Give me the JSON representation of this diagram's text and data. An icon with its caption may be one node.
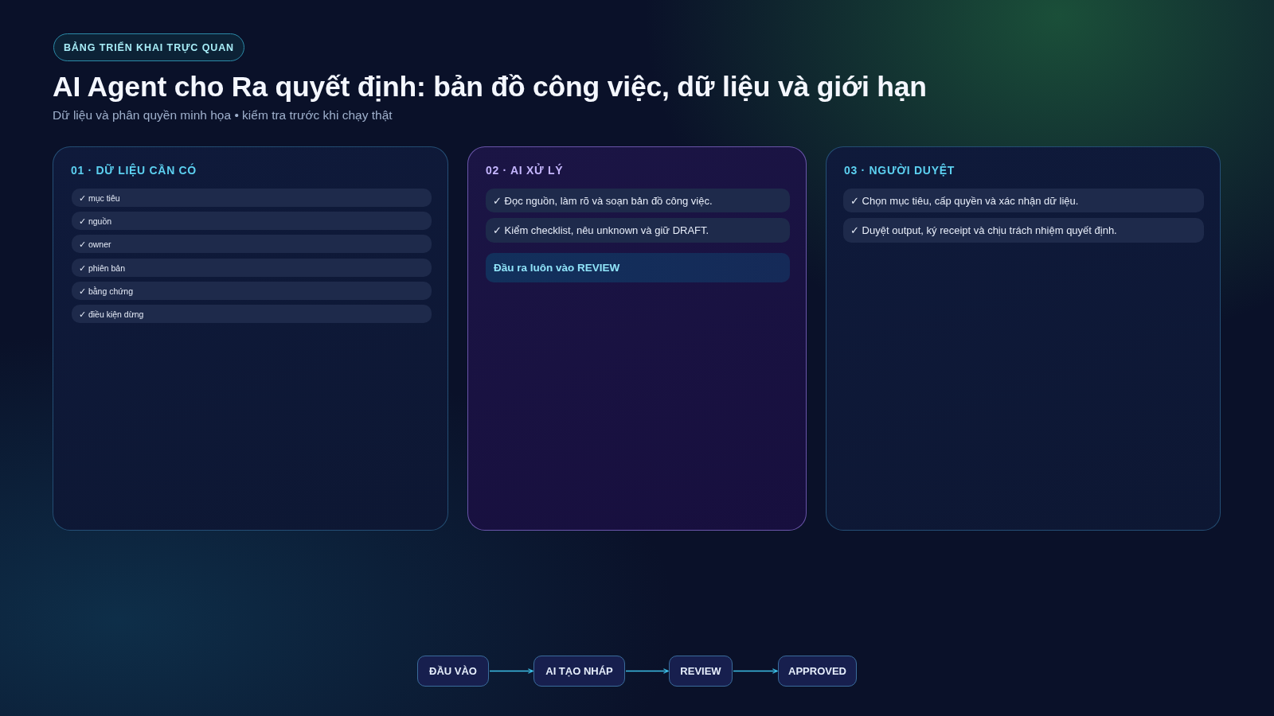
{
  "diagram": {
    "title": "AI Agent cho Ra quyết định: bản đồ công việc, dữ liệu và giới hạn",
    "nodes": [
      {
        "text": [
          "BẢNG TRIỂN KHAI TRỰC QUAN"
        ]
      },
      {
        "text": [
          "01 · DỮ LIỆU CẦN CÓ"
        ]
      },
      {
        "text": [
          "✓ mục tiêu"
        ],
        "in": 1
      },
      {
        "text": [
          "✓ nguồn"
        ],
        "in": 1
      },
      {
        "text": [
          "✓ owner"
        ],
        "in": 1
      },
      {
        "text": [
          "✓ phiên bản"
        ],
        "in": 1
      },
      {
        "text": [
          "✓ bằng chứng"
        ],
        "in": 1
      },
      {
        "text": [
          "✓ điều kiện dừng"
        ],
        "in": 1
      },
      {
        "text": [
          "02 · AI XỬ LÝ"
        ]
      },
      {
        "text": [
          "✓ Đọc nguồn, làm rõ và soạn bản đồ công việc."
        ],
        "in": 8
      },
      {
        "text": [
          "✓ Kiểm checklist, nêu unknown và giữ DRAFT."
        ],
        "in": 8
      },
      {
        "text": [
          "Đầu ra luôn vào REVIEW"
        ],
        "in": 8
      },
      {
        "text": [
          "03 · NGƯỜI DUYỆT"
        ]
      },
      {
        "text": [
          "✓ Chọn mục tiêu, cấp quyền và xác nhận dữ liệu."
        ],
        "in": 12
      },
      {
        "text": [
          "✓ Duyệt output, ký receipt và chịu trách nhiệm quyết định."
        ],
        "in": 12
      },
      {
        "text": [
          "ĐẦU VÀO"
        ]
      },
      {
        "text": [
          "AI TẠO NHÁP"
        ]
      },
      {
        "text": [
          "REVIEW"
        ]
      },
      {
        "text": [
          "APPROVED"
        ]
      }
    ],
    "edges": [
      {
        "from": 15,
        "to": 16,
        "arrow": "to"
      },
      {
        "from": 16,
        "to": 17,
        "arrow": "to"
      },
      {
        "from": 17,
        "to": 18,
        "arrow": "to"
      }
    ],
    "labels": [
      "Dữ liệu và phân quyền minh họa • kiểm tra trước khi chạy thật"
    ]
  }
}
